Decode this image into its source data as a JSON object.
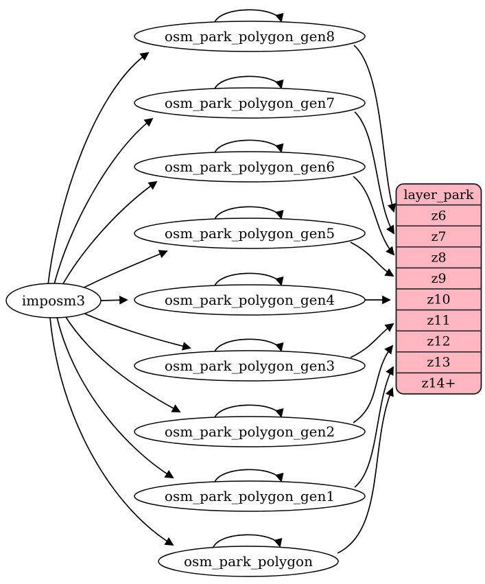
{
  "nodes": {
    "source": "imposm3",
    "generalized_tables": [
      "osm_park_polygon_gen8",
      "osm_park_polygon_gen7",
      "osm_park_polygon_gen6",
      "osm_park_polygon_gen5",
      "osm_park_polygon_gen4",
      "osm_park_polygon_gen3",
      "osm_park_polygon_gen2",
      "osm_park_polygon_gen1",
      "osm_park_polygon"
    ]
  },
  "layer_table": {
    "header": "layer_park",
    "rows": [
      "z6",
      "z7",
      "z8",
      "z9",
      "z10",
      "z11",
      "z12",
      "z13",
      "z14+"
    ]
  },
  "colors": {
    "layer_fill": "#ffb6c1",
    "node_fill": "#ffffff",
    "edge_stroke": "#000000"
  }
}
